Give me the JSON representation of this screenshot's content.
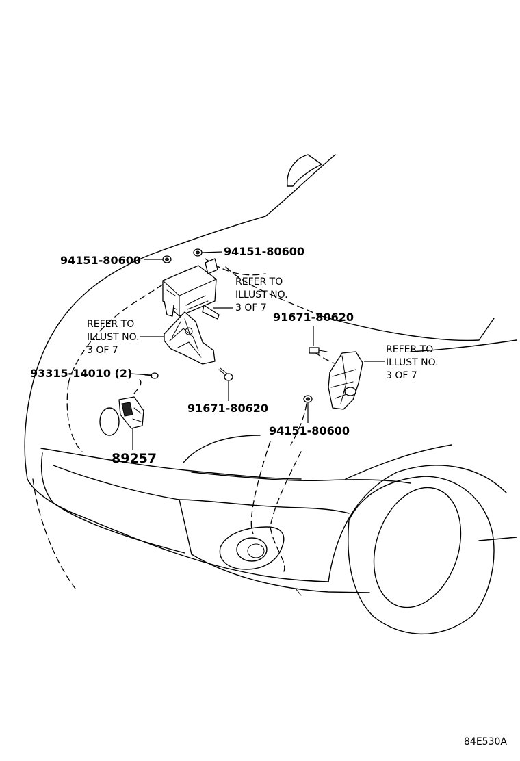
{
  "labels": {
    "nut_top_left": "94151-80600",
    "nut_top_center": "94151-80600",
    "refer_right_top": [
      "REFER TO",
      "ILLUST NO.",
      "3 OF 7"
    ],
    "refer_left": [
      "REFER TO",
      "ILLUST NO.",
      "3 OF 7"
    ],
    "bolt_right": "91671-80620",
    "refer_right_bottom": [
      "REFER TO",
      "ILLUST NO.",
      "3 OF 7"
    ],
    "screw_left": "93315-14010 (2)",
    "bolt_center": "91671-80620",
    "nut_bottom_right": "94151-80600",
    "sensor": "89257"
  },
  "illustration_code": "84E530A",
  "icons": {
    "vehicle": "vehicle-front-outline-icon",
    "module_box": "control-module-icon",
    "bracket": "bracket-icon",
    "nut": "nut-icon",
    "bolt": "bolt-icon",
    "sensor": "airbag-sensor-icon"
  }
}
